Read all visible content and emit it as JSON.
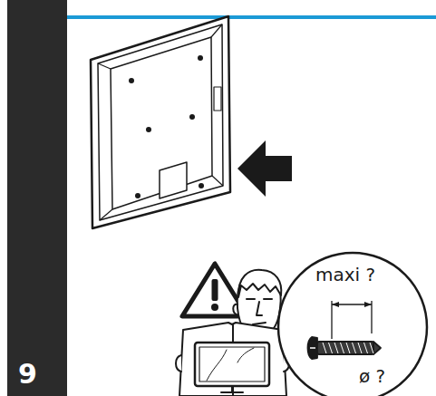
{
  "diagram": {
    "nodes": [
      {
        "text": [
          "9"
        ]
      },
      {
        "text": [
          "maxi ?",
          "ø ?"
        ]
      }
    ],
    "labels": []
  }
}
